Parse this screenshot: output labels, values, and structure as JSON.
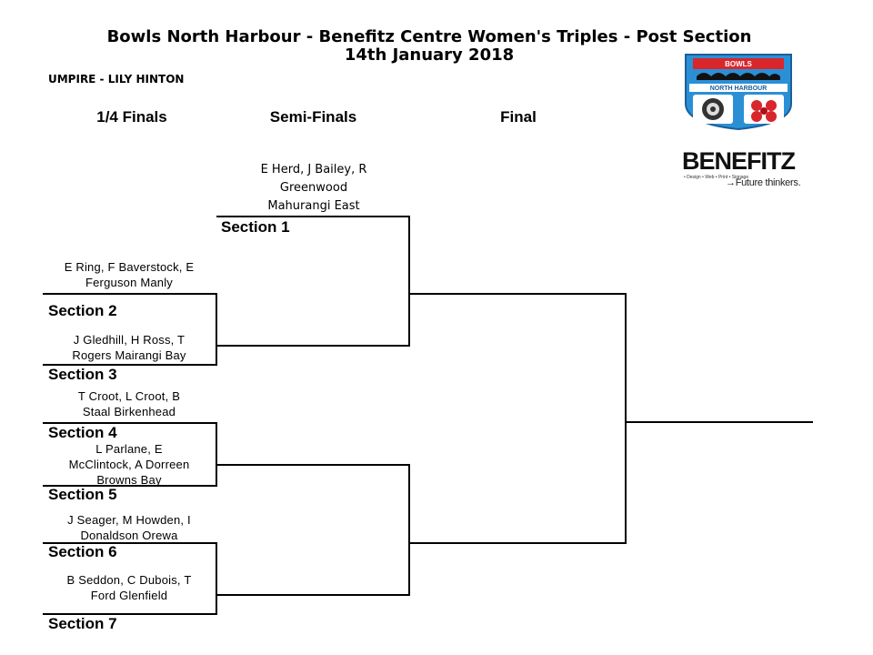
{
  "header": {
    "title_line1": "Bowls North Harbour - Benefitz Centre Women's Triples - Post Section",
    "title_line2": "14th January 2018",
    "umpire": "UMPIRE - LILY HINTON"
  },
  "rounds": {
    "quarter": "1/4 Finals",
    "semi": "Semi-Finals",
    "final": "Final"
  },
  "semi_top": {
    "team_line1": "E Herd, J Bailey, R",
    "team_line2": "Greenwood",
    "team_line3": "Mahurangi East",
    "section": "Section 1"
  },
  "quarters": [
    {
      "team_line1": "E Ring, F Baverstock, E",
      "team_line2": "Ferguson Manly",
      "section": "Section 2"
    },
    {
      "team_line1": "J Gledhill, H Ross, T",
      "team_line2": "Rogers Mairangi Bay",
      "section": "Section 3"
    },
    {
      "team_line1": "T Croot, L Croot, B",
      "team_line2": "Staal Birkenhead",
      "section": "Section 4"
    },
    {
      "team_line1": "L Parlane, E",
      "team_line2": "McClintock, A Dorreen",
      "team_line3": "Browns Bay",
      "section": "Section 5"
    },
    {
      "team_line1": "J Seager, M Howden, I",
      "team_line2": "Donaldson Orewa",
      "section": "Section 6"
    },
    {
      "team_line1": "B Seddon, C Dubois, T",
      "team_line2": "Ford Glenfield",
      "section": "Section 7"
    }
  ],
  "logos": {
    "badge_top_text": "BOWLS",
    "badge_band_text": "NORTH HARBOUR",
    "benefitz_word": "BENEFITZ",
    "benefitz_sub": "• Design • Web • Print • Signage",
    "benefitz_tag": "→Future thinkers.",
    "badge_blue": "#2b8fd6",
    "badge_red": "#d9262b"
  }
}
